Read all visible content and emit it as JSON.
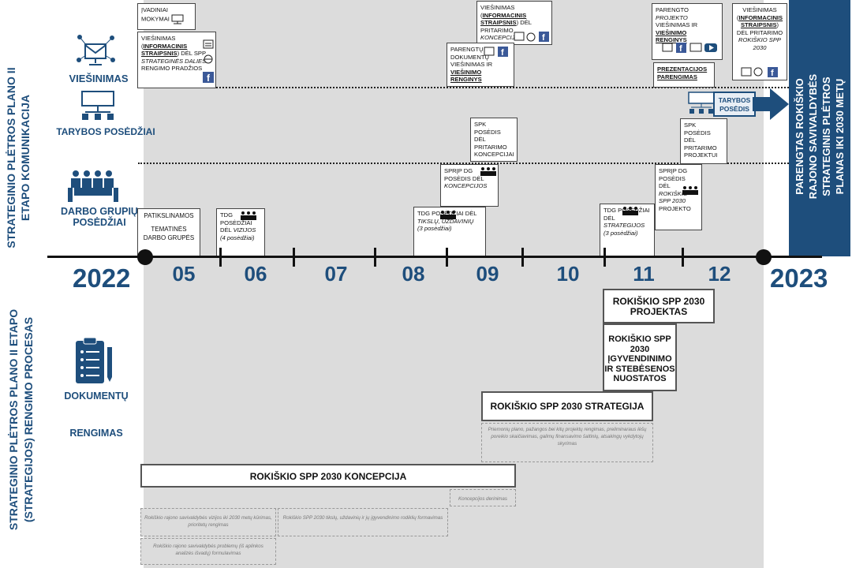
{
  "left_titles": {
    "top": "STRATEGINIO PLĖTROS PLANO II ETAPO KOMUNIKACIJA",
    "bottom": "STRATEGINIO PLĖTROS PLANO II ETAPO (STRATEGIJOS) RENGIMO PROCESAS"
  },
  "lanes": {
    "viesinimas": "VIEŠINIMAS",
    "tarybos": "TARYBOS POSĖDŽIAI",
    "darbo": "DARBO GRUPIŲ POSĖDŽIAI",
    "dokumentu_1": "DOKUMENTŲ",
    "dokumentu_2": "RENGIMAS"
  },
  "timeline": {
    "start_year": "2022",
    "end_year": "2023",
    "months": [
      "05",
      "06",
      "07",
      "08",
      "09",
      "10",
      "11",
      "12"
    ]
  },
  "boxes": {
    "v1": "ĮVADINIAI MOKYMAI",
    "v2_a": "VIEŠINIMAS (",
    "v2_b": "INFORMACINIS STRAIPSNIS",
    "v2_c": ") DĖL SPP ",
    "v2_d": "STRATEGINĖS DALIES",
    "v2_e": " RENGIMO PRADŽIOS",
    "v3_a": "VIEŠINIMAS (",
    "v3_b": "INFORMACINIS STRAIPSNIS",
    "v3_c": ") DĖL PRITARIMO ",
    "v3_d": "KONCEPCIJAI",
    "v4_a": "PARENGTŲ DOKUMENTŲ VIEŠINIMAS IR ",
    "v4_b": "VIEŠINIMO RENGINYS",
    "v5_a": "PARENGTO ",
    "v5_b": "PROJEKTO",
    "v5_c": " VIEŠINIMAS IR ",
    "v5_d": "VIEŠINIMO RENGINYS",
    "v6_a": "VIEŠINIMAS (",
    "v6_b": "INFORMACINIS STRAIPSNIS",
    "v6_c": ") DĖL PRITARIMO ",
    "v6_d": "ROKIŠKIO SPP 2030",
    "v7": "PREZENTACIJOS PARENGIMAS",
    "t1": "SPK POSĖDIS DĖL PRITARIMO KONCEPCIJAI",
    "t2": "SPK POSĖDIS DĖL PRITARIMO PROJEKTUI",
    "t3": "TARYBOS POSĖDIS",
    "d1_a": "PATIKSLINAMOS",
    "d1_b": "TEMATINĖS DARBO GRUPĖS",
    "d2_a": "TDG POSĖDŽIAI DĖL ",
    "d2_b": "VIZIJOS",
    "d2_c": "(4 posėdžiai)",
    "d3_a": "SPRĮP DG POSĖDIS DĖL ",
    "d3_b": "KONCEPCIJOS",
    "d4_a": "TDG POSĖDŽIAI DĖL ",
    "d4_b": "TIKSLŲ, UŽDAVINIŲ",
    "d4_c": "(3 posėdžiai)",
    "d5_a": "SPRĮP DG POSĖDIS DĖL ",
    "d5_b": "ROKIŠKIO SPP 2030",
    "d5_c": " PROJEKTO",
    "d6_a": "TDG POSĖDŽIAI DĖL ",
    "d6_b": "STRATEGIJOS",
    "d6_c": "(3 posėdžiai)"
  },
  "right_panel": "PARENGTAS ROKIŠKIO RAJONO SAVIVALDYBĖS STRATEGINIS PLĖTROS PLANAS IKI 2030 METŲ",
  "documents": {
    "projektas": "ROKIŠKIO SPP 2030 PROJEKTAS",
    "nuostatos": "ROKIŠKIO SPP 2030 ĮGYVENDINIMO IR STEBĖSENOS NUOSTATOS",
    "strategija": "ROKIŠKIO SPP 2030 STRATEGIJA",
    "koncepcija": "ROKIŠKIO SPP 2030 KONCEPCIJA"
  },
  "notes": {
    "n1": "Priemonių plano, pažangos bei kitų projektų rengimas, preliminaraus lėšų poreikio skaičiavimas, galimų finansavimo šaltinių, atsakingų vykdytojų skyrimas",
    "n2": "Koncepcijos derinimas",
    "n3": "Rokiškio rajono savivaldybės vizijos iki 2030 metų kūrimas, prioritetų rengimas",
    "n4": "Rokiškio SPP 2030 tikslų, uždavinių ir jų įgyvendinimo rodiklių formavimas",
    "n5": "Rokiškio rajono savivaldybės problemų (iš aplinkos analizės išvadų) formulavimas"
  },
  "colors": {
    "accent": "#1e4e7c",
    "gray_bg": "#dcdcdc",
    "facebook": "#3b5998",
    "youtube": "#e62117"
  },
  "icons": [
    "presentation-icon",
    "computer-icon",
    "globe-icon",
    "facebook-icon",
    "youtube-icon",
    "meeting-icon",
    "network-icon",
    "clipboard-icon",
    "arrow-right-icon"
  ]
}
